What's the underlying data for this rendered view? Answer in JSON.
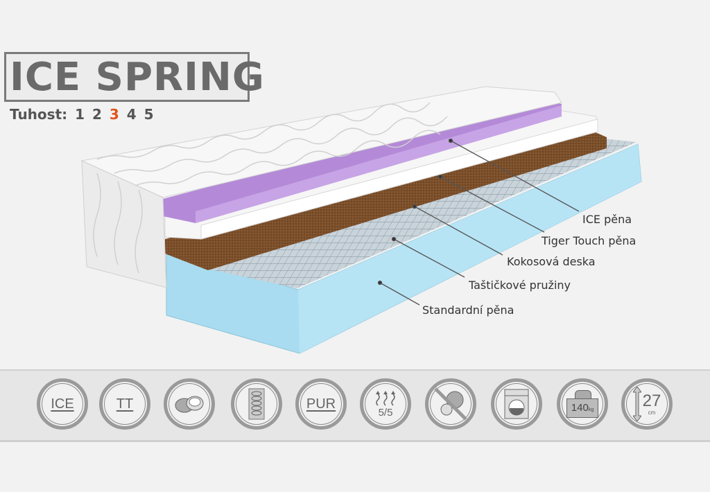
{
  "product": {
    "title": "ICE SPRING",
    "firmness_label": "Tuhost:",
    "firmness_levels": [
      "1",
      "2",
      "3",
      "4",
      "5"
    ],
    "firmness_selected": "3"
  },
  "layers": [
    {
      "label": "ICE pěna",
      "color": "#b48ad8"
    },
    {
      "label": "Tiger Touch pěna",
      "color": "#f4f4f4"
    },
    {
      "label": "Kokosová deska",
      "color": "#7a4e2a"
    },
    {
      "label": "Taštičkové pružiny",
      "color": "#b9c4cc"
    },
    {
      "label": "Standardní pěna",
      "color": "#a9dcf0"
    }
  ],
  "features": [
    {
      "icon": "ice-foam-icon",
      "text": "ICE"
    },
    {
      "icon": "tiger-touch-icon",
      "text": "TT"
    },
    {
      "icon": "coconut-icon",
      "text": ""
    },
    {
      "icon": "pocket-spring-icon",
      "text": ""
    },
    {
      "icon": "pur-foam-icon",
      "text": "PUR"
    },
    {
      "icon": "breathability-icon",
      "text": "5/5"
    },
    {
      "icon": "anti-mite-icon",
      "text": ""
    },
    {
      "icon": "washable-cover-icon",
      "text": ""
    },
    {
      "icon": "max-load-icon",
      "text": "140",
      "unit": "kg"
    },
    {
      "icon": "height-icon",
      "text": "27",
      "unit": "cm"
    }
  ],
  "colors": {
    "accent": "#e0541c",
    "title": "#6a6a6a"
  }
}
